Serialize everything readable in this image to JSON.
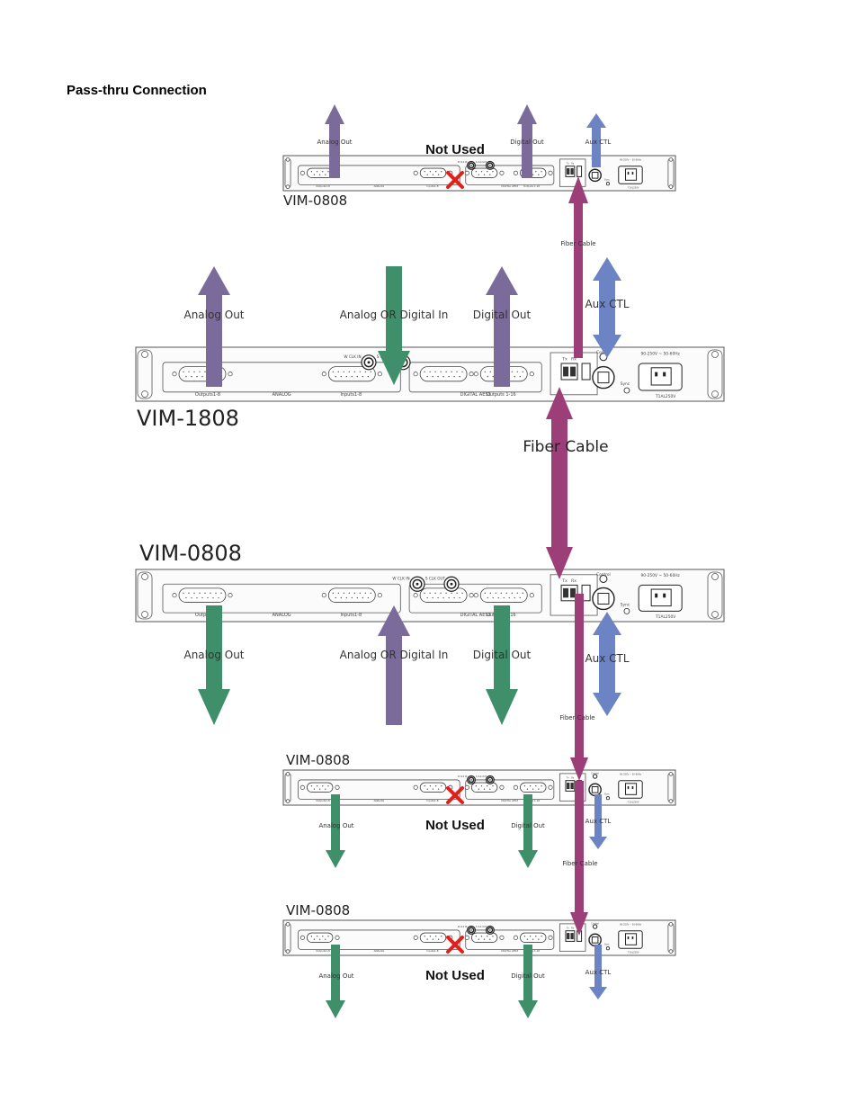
{
  "heading": "Pass-thru Connection",
  "colors": {
    "analog_arrow": "#7b6b9b",
    "input_arrow_green": "#3f8f6b",
    "aux_blue": "#6c83c4",
    "fiber_magenta": "#9c3f78",
    "x_mark": "#e0201b",
    "panel_stroke": "#555555"
  },
  "labels": {
    "not_used": "Not Used",
    "analog_out": "Analog Out",
    "digital_out": "Digital Out",
    "aux_ctl": "Aux CTL",
    "fiber_cable": "Fiber Cable",
    "analog_or_digital_in": "Analog OR Digital In"
  },
  "units": [
    {
      "name": "VIM-0808",
      "role": "top small unit, outputs not used"
    },
    {
      "name": "VIM-1808",
      "role": "large unit"
    },
    {
      "name": "VIM-0808",
      "role": "large 0808 unit"
    },
    {
      "name": "VIM-0808",
      "role": "lower small unit 1"
    },
    {
      "name": "VIM-0808",
      "role": "lower small unit 2"
    }
  ],
  "panel_text": {
    "voltage": "90-250V ~ 50-60Hz",
    "fuse": "T1AL250V",
    "analog": "ANALOG",
    "digital": "DIGITAL AES3",
    "outputs_1_8": "Outputs1-8",
    "inputs_1_8": "Inputs1-8",
    "outputs_1_16": "Outputs 1-16",
    "tx": "Tx",
    "rx": "Rx",
    "clk_in": "W CLK IN",
    "clk_out": "S CLK OUT",
    "control": "Control",
    "sync": "Sync"
  }
}
